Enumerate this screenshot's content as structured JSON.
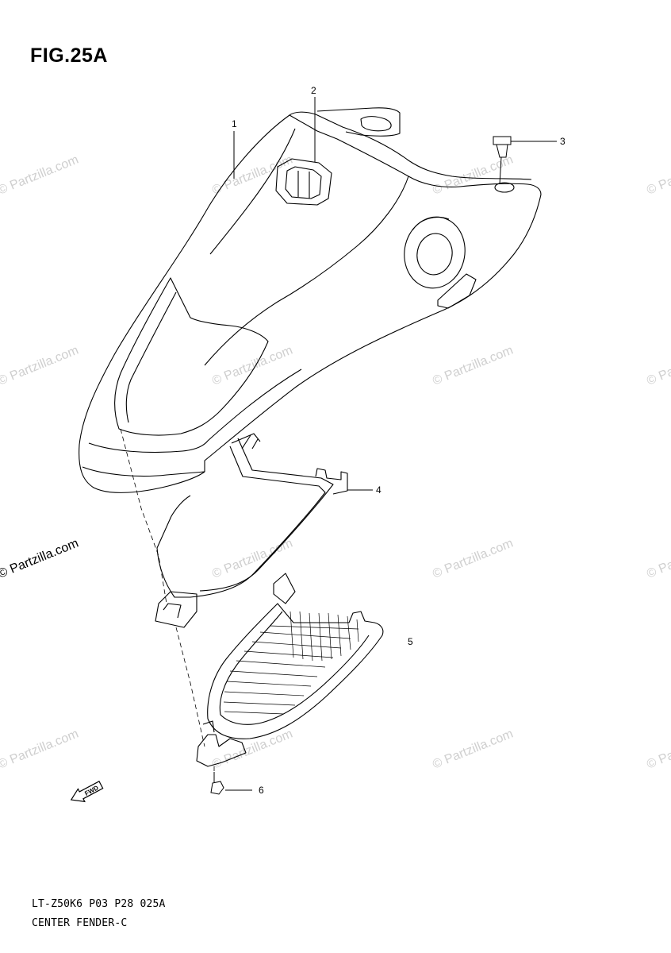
{
  "figure": {
    "title": "FIG.25A"
  },
  "callouts": [
    {
      "id": "1",
      "label": "1"
    },
    {
      "id": "2",
      "label": "2"
    },
    {
      "id": "3",
      "label": "3"
    },
    {
      "id": "4",
      "label": "4"
    },
    {
      "id": "5",
      "label": "5"
    },
    {
      "id": "6",
      "label": "6"
    }
  ],
  "watermark": {
    "text": "© Partzilla.com"
  },
  "direction_marker": {
    "icon": "forward-arrow-icon",
    "text": "FWD"
  },
  "footer": {
    "code": "LT-Z50K6 P03 P28  025A",
    "name": "CENTER FENDER-C"
  }
}
